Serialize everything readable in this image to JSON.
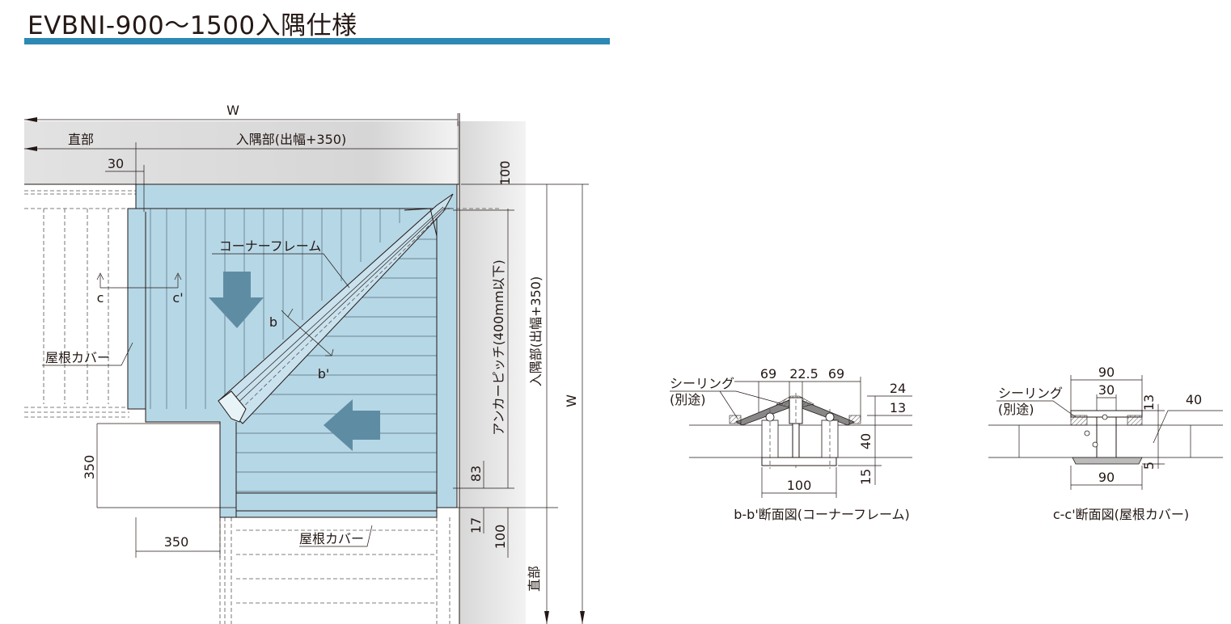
{
  "title": "EVBNI-900〜1500入隅仕様",
  "colors": {
    "accent_bar": "#2d88b4",
    "panel": "#b6d7e6",
    "arrow": "#5e8da3",
    "wall": "#dcdcdc"
  },
  "plan": {
    "width": "W",
    "straight_top": "直部",
    "inside_corner_top": "入隅部(出幅+350)",
    "dim_30": "30",
    "dim_100_top": "100",
    "corner_frame": "コーナーフレーム",
    "section_c": "c",
    "section_c_prime": "c'",
    "section_b": "b",
    "section_b_prime": "b'",
    "roof_cover_left": "屋根カバー",
    "roof_cover_bottom": "屋根カバー",
    "anchor_pitch": "アンカーピッチ(400mm以下)",
    "inside_corner_right": "入隅部(出幅+350)",
    "width_right": "W",
    "dim_350_vertical": "350",
    "dim_350_horizontal": "350",
    "dim_83": "83",
    "dim_17": "17",
    "dim_100_bottom": "100",
    "straight_right": "直部"
  },
  "section_b": {
    "caption": "b-b'断面図(コーナーフレーム)",
    "sealing": "シーリング",
    "sealing_note": "(別途)",
    "dim_69a": "69",
    "dim_22_5": "22.5",
    "dim_69b": "69",
    "dim_24": "24",
    "dim_13": "13",
    "dim_40": "40",
    "dim_15": "15",
    "dim_100": "100"
  },
  "section_c": {
    "caption": "c-c'断面図(屋根カバー)",
    "sealing": "シーリング",
    "sealing_note": "(別途)",
    "dim_90_top": "90",
    "dim_30": "30",
    "dim_13": "13",
    "dim_40": "40",
    "dim_5": "5",
    "dim_90_bottom": "90"
  }
}
